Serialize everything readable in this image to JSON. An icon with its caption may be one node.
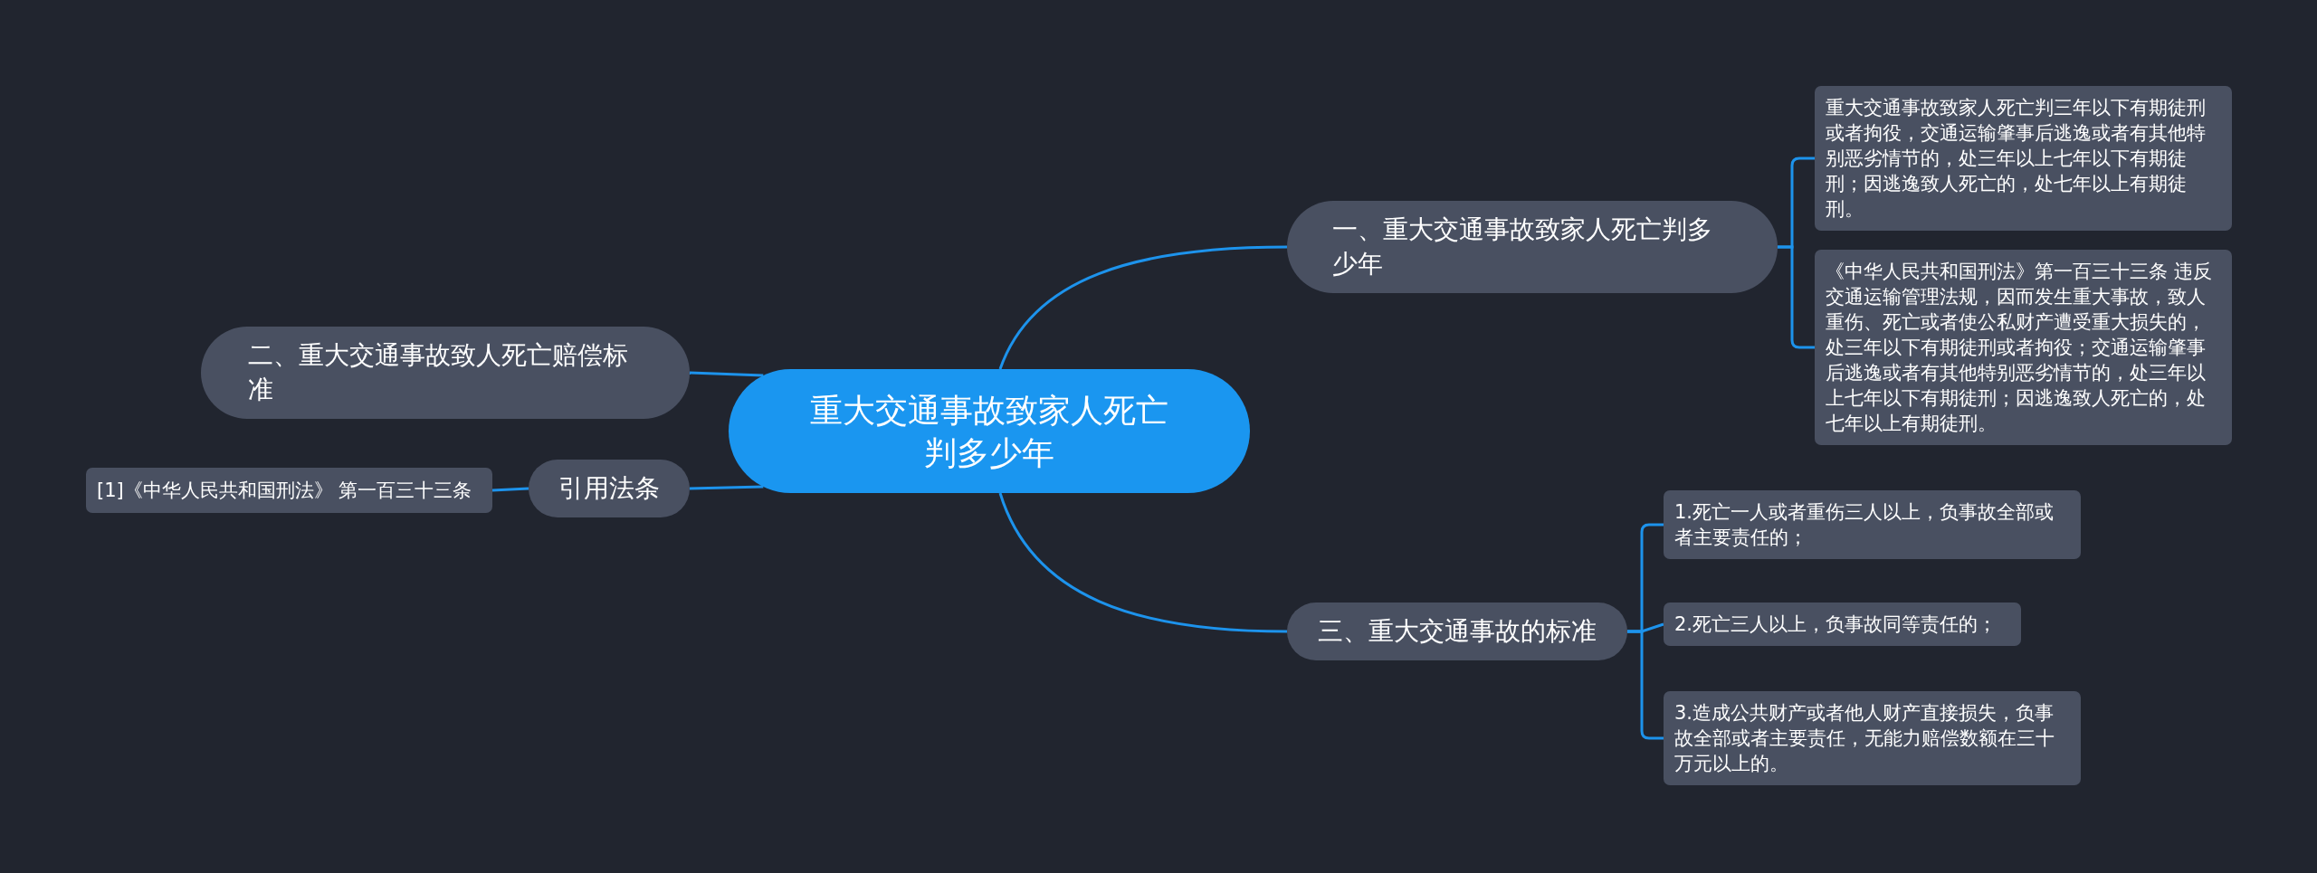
{
  "diagram": {
    "nodes": [
      {
        "text": [
          "重大交通事故致家人死亡判多少年"
        ]
      },
      {
        "text": [
          "一、重大交通事故致家人死亡判多少年"
        ]
      },
      {
        "text": [
          "重大交通事故致家人死亡判三年以下有期徒刑或者拘役，交通运输肇事后逃逸或者有其他特别恶劣情节的，处三年以上七年以下有期徒刑；因逃逸致人死亡的，处七年以上有期徒刑。"
        ]
      },
      {
        "text": [
          "《中华人民共和国刑法》第一百三十三条 违反交通运输管理法规，因而发生重大事故，致人重伤、死亡或者使公私财产遭受重大损失的，处三年以下有期徒刑或者拘役；交通运输肇事后逃逸或者有其他特别恶劣情节的，处三年以上七年以下有期徒刑；因逃逸致人死亡的，处七年以上有期徒刑。"
        ]
      },
      {
        "text": [
          "二、重大交通事故致人死亡赔偿标准"
        ]
      },
      {
        "text": [
          "引用法条"
        ]
      },
      {
        "text": [
          "[1]《中华人民共和国刑法》 第一百三十三条"
        ]
      },
      {
        "text": [
          "三、重大交通事故的标准"
        ]
      },
      {
        "text": [
          "1.死亡一人或者重伤三人以上，负事故全部或者主要责任的；"
        ]
      },
      {
        "text": [
          "2.死亡三人以上，负事故同等责任的；"
        ]
      },
      {
        "text": [
          "3.造成公共财产或者他人财产直接损失，负事故全部或者主要责任，无能力赔偿数额在三十万元以上的。"
        ]
      }
    ],
    "edges": [
      {
        "from": 0,
        "to": 1,
        "arrow": "none"
      },
      {
        "from": 1,
        "to": 2,
        "arrow": "none"
      },
      {
        "from": 1,
        "to": 3,
        "arrow": "none"
      },
      {
        "from": 0,
        "to": 4,
        "arrow": "none"
      },
      {
        "from": 0,
        "to": 5,
        "arrow": "none"
      },
      {
        "from": 5,
        "to": 6,
        "arrow": "none"
      },
      {
        "from": 0,
        "to": 7,
        "arrow": "none"
      },
      {
        "from": 7,
        "to": 8,
        "arrow": "none"
      },
      {
        "from": 7,
        "to": 9,
        "arrow": "none"
      },
      {
        "from": 7,
        "to": 10,
        "arrow": "none"
      }
    ]
  }
}
